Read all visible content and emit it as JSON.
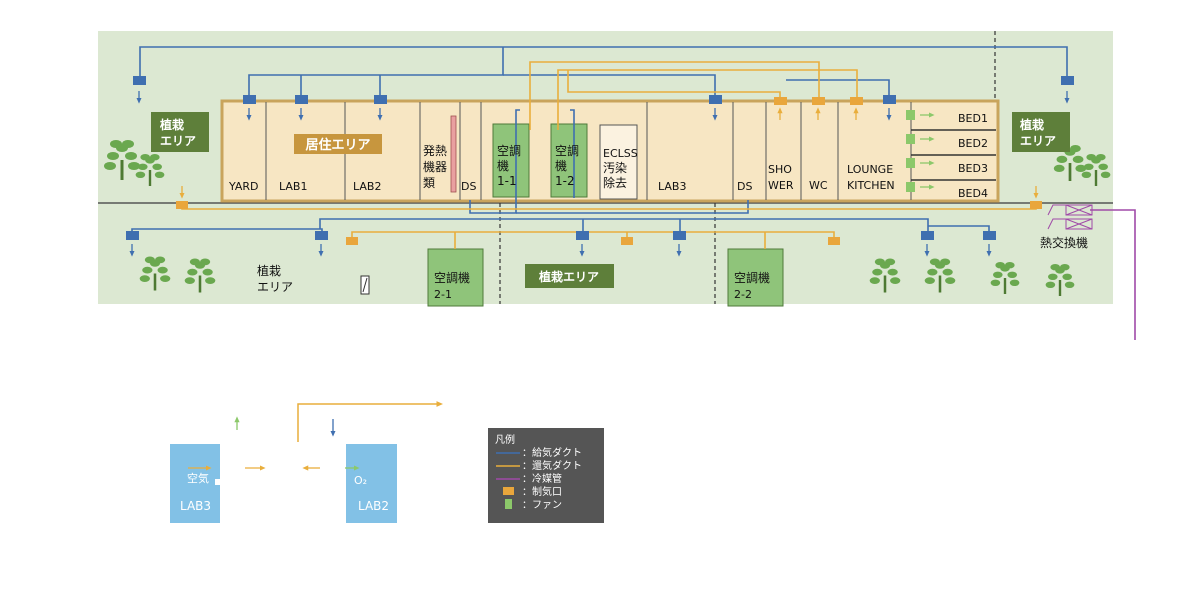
{
  "rooms": {
    "yard": "YARD",
    "lab1": "LAB1",
    "lab2": "LAB2",
    "equip": [
      "発熱",
      "機器",
      "類"
    ],
    "ds1": "DS",
    "ahu11": [
      "空調",
      "機",
      "1-1"
    ],
    "ahu12": [
      "空調",
      "機",
      "1-2"
    ],
    "eclss": [
      "ECLSS",
      "汚染",
      "除去"
    ],
    "lab3": "LAB3",
    "ds2": "DS",
    "shower": [
      "SHO",
      "WER"
    ],
    "wc": "WC",
    "lounge": [
      "LOUNGE",
      "KITCHEN"
    ],
    "beds": [
      "BED1",
      "BED2",
      "BED3",
      "BED4"
    ]
  },
  "labels": {
    "living_area": "居住エリア",
    "planting_left": [
      "植栽",
      "エリア"
    ],
    "planting_right": [
      "植栽",
      "エリア"
    ],
    "planting_lower_left": [
      "植栽",
      "エリア"
    ],
    "planting_lower_center": "植栽エリア",
    "ahu21": [
      "空調機",
      "2-1"
    ],
    "ahu22": [
      "空調機",
      "2-2"
    ],
    "heat_exchanger": "熱交換機"
  },
  "detail": {
    "lab3": "LAB3",
    "lab2": "LAB2",
    "air": "空気",
    "o2": "O₂"
  },
  "legend": {
    "title": "凡例",
    "items": [
      {
        "label": "：給気ダクト",
        "color": "#3f6fb0",
        "kind": "line"
      },
      {
        "label": "：還気ダクト",
        "color": "#e9ae3c",
        "kind": "line"
      },
      {
        "label": "：冷媒管",
        "color": "#a04aa8",
        "kind": "line"
      },
      {
        "label": "：制気口",
        "color": "#e9a63c",
        "kind": "vent"
      },
      {
        "label": "：ファン",
        "color": "#8cc86a",
        "kind": "fan"
      }
    ]
  },
  "colors": {
    "site_bg": "#dce8d2",
    "room_fill": "#f7e6c3",
    "room_border": "#c9a45c",
    "supply": "#3f6fb0",
    "return": "#e9ae3c",
    "refrigerant": "#a04aa8",
    "ahu_fill": "#8fc47a",
    "label_green": "#5e7f3a",
    "living_label": "#c7963e",
    "lab_blue": "#82c1e6",
    "legend_bg": "#555555",
    "tree": "#6aa84f"
  }
}
